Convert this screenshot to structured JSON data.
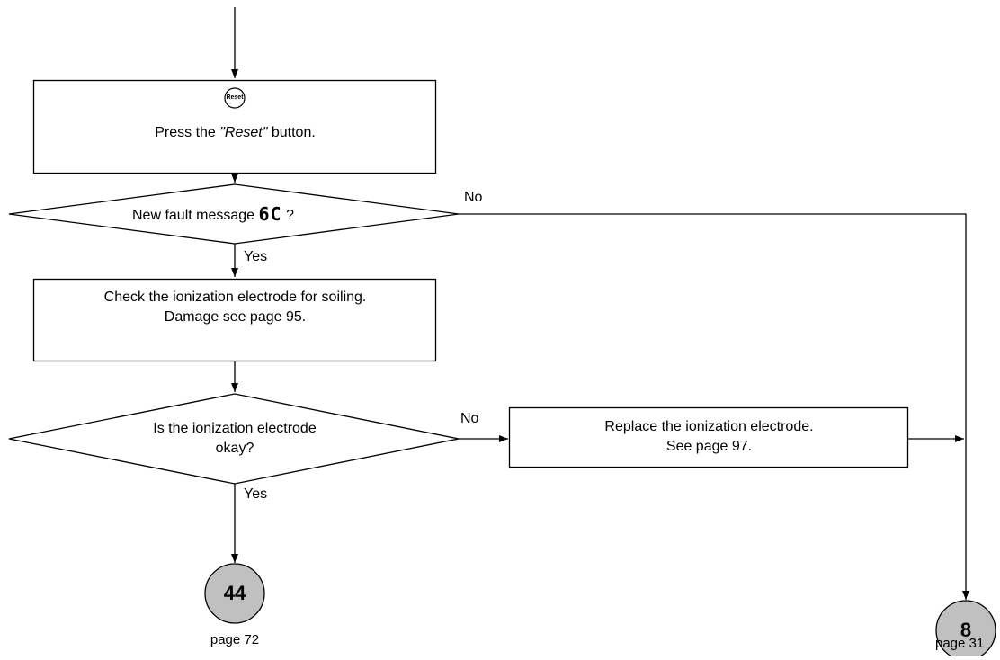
{
  "step_reset": {
    "button_icon_label": "Reset",
    "text_prefix": "Press the ",
    "text_emphasis": "\"Reset\"",
    "text_suffix": " button."
  },
  "decision_fault": {
    "text": "New fault message",
    "fault_code": "6C",
    "question_mark": "?",
    "yes_label": "Yes",
    "no_label": "No"
  },
  "step_check": {
    "line1": "Check the ionization electrode for soiling.",
    "line2": "Damage see page 95."
  },
  "decision_electrode": {
    "line1": "Is the ionization electrode",
    "line2": "okay?",
    "yes_label": "Yes",
    "no_label": "No"
  },
  "step_replace": {
    "line1": "Replace the ionization electrode.",
    "line2": "See page 97."
  },
  "connectors": [
    {
      "number": "44",
      "page": "page 72"
    },
    {
      "number": "8",
      "page": "page 31"
    }
  ],
  "colors": {
    "connector_fill": "#c0c0c0",
    "line": "#000000"
  }
}
